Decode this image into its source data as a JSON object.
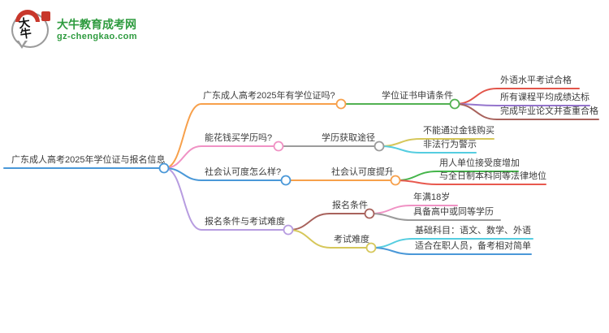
{
  "logo": {
    "icon_chars": "大牛",
    "site_name": "大牛教育成考网",
    "site_url": "gz-chengkao.com",
    "brand_green": "#2e9b3f",
    "seal_red": "#c8372b"
  },
  "mindmap": {
    "text_color": "#3c3c3c",
    "nodes": [
      {
        "id": "root",
        "level": 0,
        "parent": null,
        "label": "广东成人高考2025年学位证与报名信息",
        "color": "#4a98d8"
      },
      {
        "id": "has-degree-cert",
        "level": 1,
        "parent": "root",
        "label": "广东成人高考2025年有学位证吗?",
        "color": "#f7a04b"
      },
      {
        "id": "degree-cert-requirements",
        "level": 2,
        "parent": "has-degree-cert",
        "label": "学位证书申请条件",
        "color": "#52b152"
      },
      {
        "id": "foreign-language-pass",
        "level": 3,
        "parent": "degree-cert-requirements",
        "label": "外语水平考试合格",
        "color": "#e2554a"
      },
      {
        "id": "course-average-pass",
        "level": 3,
        "parent": "degree-cert-requirements",
        "label": "所有课程平均成绩达标",
        "color": "#9575cd"
      },
      {
        "id": "thesis-pass",
        "level": 3,
        "parent": "degree-cert-requirements",
        "label": "完成毕业论文并查重合格",
        "color": "#a8625c"
      },
      {
        "id": "can-buy-diploma",
        "level": 1,
        "parent": "root",
        "label": "能花钱买学历吗?",
        "color": "#f092c4"
      },
      {
        "id": "diploma-channels",
        "level": 2,
        "parent": "can-buy-diploma",
        "label": "学历获取途径",
        "color": "#9b9b9b"
      },
      {
        "id": "cannot-buy-with-money",
        "level": 3,
        "parent": "diploma-channels",
        "label": "不能通过金钱购买",
        "color": "#d6c75a"
      },
      {
        "id": "illegal-warning",
        "level": 3,
        "parent": "diploma-channels",
        "label": "非法行为警示",
        "color": "#55cde0"
      },
      {
        "id": "social-recognition",
        "level": 1,
        "parent": "root",
        "label": "社会认可度怎么样?",
        "color": "#4a98d8"
      },
      {
        "id": "recognition-improve",
        "level": 2,
        "parent": "social-recognition",
        "label": "社会认可度提升",
        "color": "#f7a04b"
      },
      {
        "id": "employer-acceptance",
        "level": 3,
        "parent": "recognition-improve",
        "label": "用人单位接受度增加",
        "color": "#44b54a"
      },
      {
        "id": "equal-legal-status",
        "level": 3,
        "parent": "recognition-improve",
        "label": "与全日制本科同等法律地位",
        "color": "#e8584e"
      },
      {
        "id": "enroll-and-difficulty",
        "level": 1,
        "parent": "root",
        "label": "报名条件与考试难度",
        "color": "#b79ce0"
      },
      {
        "id": "enroll-conditions",
        "level": 2,
        "parent": "enroll-and-difficulty",
        "label": "报名条件",
        "color": "#a8625c"
      },
      {
        "id": "age-18",
        "level": 3,
        "parent": "enroll-conditions",
        "label": "年满18岁",
        "color": "#f092c4"
      },
      {
        "id": "highschool-equivalent",
        "level": 3,
        "parent": "enroll-conditions",
        "label": "具备高中或同等学历",
        "color": "#9b9b9b"
      },
      {
        "id": "exam-difficulty",
        "level": 2,
        "parent": "enroll-and-difficulty",
        "label": "考试难度",
        "color": "#d6c75a"
      },
      {
        "id": "basic-subjects",
        "level": 3,
        "parent": "exam-difficulty",
        "label": "基础科目：语文、数学、外语",
        "color": "#55cde0"
      },
      {
        "id": "suit-working-people",
        "level": 3,
        "parent": "exam-difficulty",
        "label": "适合在职人员，备考相对简单",
        "color": "#4a98d8"
      }
    ]
  }
}
